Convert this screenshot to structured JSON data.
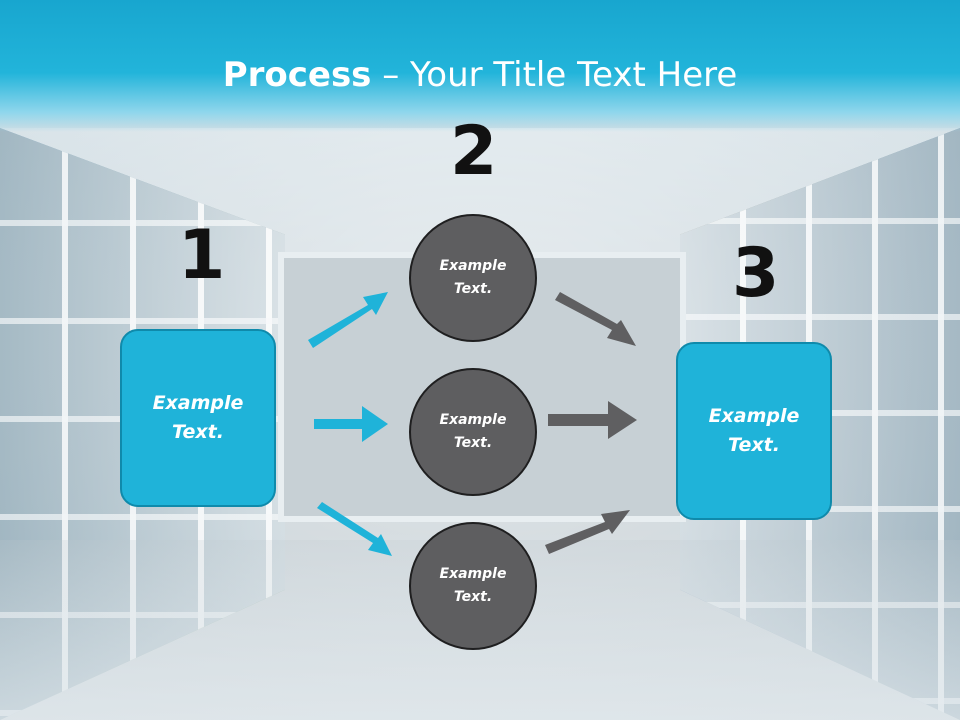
{
  "slide": {
    "title_bold": "Process",
    "title_rest": " – Your Title Text Here"
  },
  "steps": {
    "step1_number": "1",
    "step2_number": "2",
    "step3_number": "3"
  },
  "boxes": {
    "left": {
      "line1": "Example",
      "line2": "Text."
    },
    "right": {
      "line1": "Example",
      "line2": "Text."
    }
  },
  "circles": [
    {
      "line1": "Example",
      "line2": "Text."
    },
    {
      "line1": "Example",
      "line2": "Text."
    },
    {
      "line1": "Example",
      "line2": "Text."
    }
  ],
  "colors": {
    "title_bar": "#1ea9d2",
    "box_fill": "#1fb3d9",
    "circle_fill": "#5e5e60",
    "arrow_blue": "#1fb3d9",
    "arrow_gray": "#5f5f61"
  }
}
